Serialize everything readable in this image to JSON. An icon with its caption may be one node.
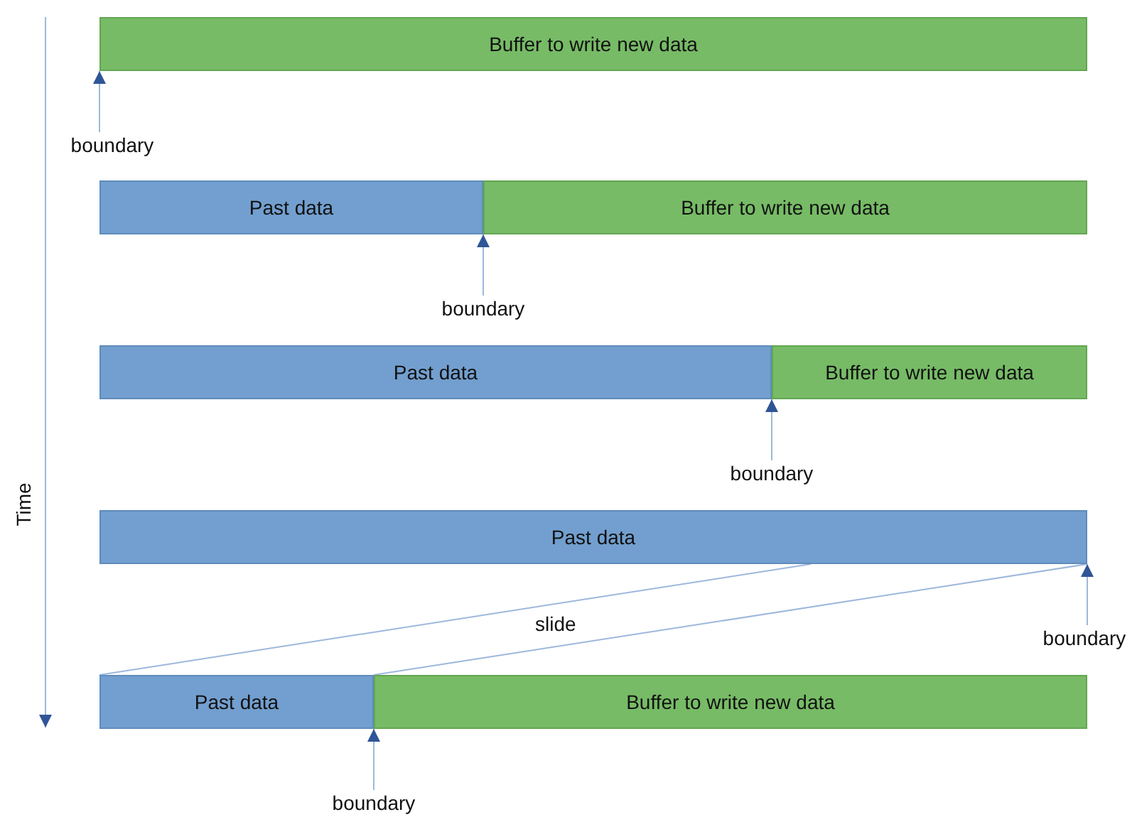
{
  "diagram": {
    "nodes": [
      {
        "text": [
          "Buffer to write new data"
        ]
      },
      {
        "text": [
          "boundary"
        ]
      },
      {
        "text": [
          "Past data"
        ]
      },
      {
        "text": [
          "Buffer to write new data"
        ]
      },
      {
        "text": [
          "boundary"
        ]
      },
      {
        "text": [
          "Past data"
        ]
      },
      {
        "text": [
          "Buffer to write new data"
        ]
      },
      {
        "text": [
          "boundary"
        ]
      },
      {
        "text": [
          "Past data"
        ]
      },
      {
        "text": [
          "boundary"
        ]
      },
      {
        "text": [
          "Past data"
        ]
      },
      {
        "text": [
          "Buffer to write new data"
        ]
      },
      {
        "text": [
          "boundary"
        ]
      }
    ],
    "edges": [
      {
        "from": 1,
        "to": 0,
        "arrow": "to"
      },
      {
        "from": 4,
        "to": 3,
        "arrow": "to"
      },
      {
        "from": 7,
        "to": 6,
        "arrow": "to"
      },
      {
        "from": 9,
        "to": 8,
        "arrow": "to"
      },
      {
        "from": 12,
        "to": 11,
        "arrow": "to"
      },
      {
        "from": 8,
        "to": 10,
        "arrow": "none"
      },
      {
        "from": 8,
        "to": 10,
        "arrow": "none"
      }
    ],
    "labels": [
      "Time",
      "slide"
    ]
  }
}
